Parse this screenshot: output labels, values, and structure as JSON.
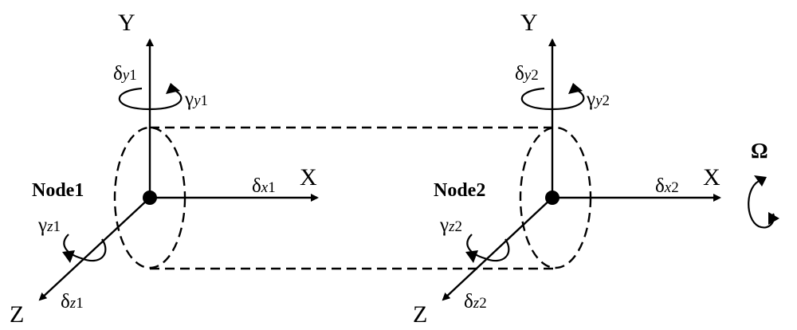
{
  "axes": {
    "x": "X",
    "y": "Y",
    "z": "Z"
  },
  "omega": "Ω",
  "nodes": [
    {
      "label": "Node1",
      "delta_x": {
        "sym": "δ",
        "sub_i": "x",
        "sub": "1"
      },
      "delta_y": {
        "sym": "δ",
        "sub_i": "y",
        "sub": "1"
      },
      "delta_z": {
        "sym": "δ",
        "sub_i": "z",
        "sub": "1"
      },
      "gamma_y": {
        "sym": "γ",
        "sub_i": "y",
        "sub": "1"
      },
      "gamma_z": {
        "sym": "γ",
        "sub_i": "z",
        "sub": "1"
      }
    },
    {
      "label": "Node2",
      "delta_x": {
        "sym": "δ",
        "sub_i": "x",
        "sub": "2"
      },
      "delta_y": {
        "sym": "δ",
        "sub_i": "y",
        "sub": "2"
      },
      "delta_z": {
        "sym": "δ",
        "sub_i": "z",
        "sub": "2"
      },
      "gamma_y": {
        "sym": "γ",
        "sub_i": "y",
        "sub": "2"
      },
      "gamma_z": {
        "sym": "γ",
        "sub_i": "z",
        "sub": "2"
      }
    }
  ]
}
